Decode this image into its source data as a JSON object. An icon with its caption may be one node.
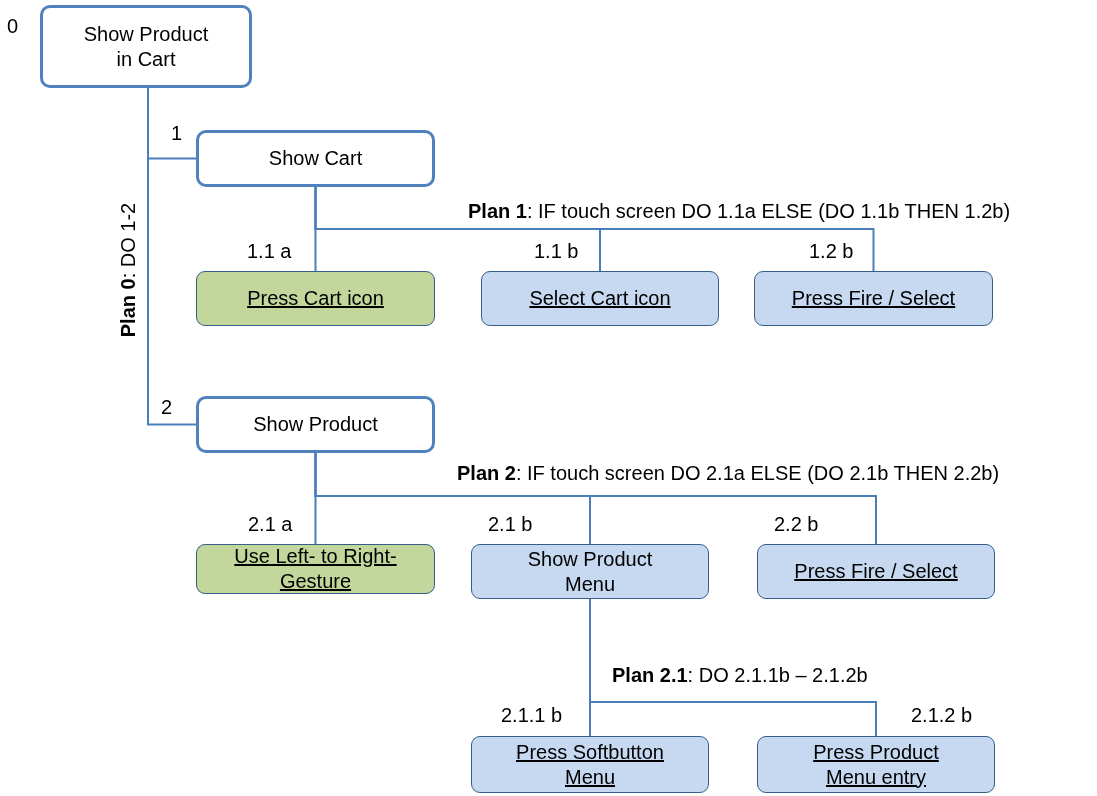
{
  "diagram": {
    "nodes": [
      {
        "text": [
          "Show Product in Cart"
        ],
        "beside": [
          "0"
        ]
      },
      {
        "text": [
          "Show Cart"
        ],
        "beside": [
          "1"
        ]
      },
      {
        "text": [
          "Press Cart icon"
        ],
        "beside": [
          "1.1 a"
        ]
      },
      {
        "text": [
          "Select Cart icon"
        ],
        "beside": [
          "1.1 b"
        ]
      },
      {
        "text": [
          "Press Fire / Select"
        ],
        "beside": [
          "1.2 b"
        ]
      },
      {
        "text": [
          "Show Product"
        ],
        "beside": [
          "2"
        ]
      },
      {
        "text": [
          "Use Left- to Right-Gesture"
        ],
        "beside": [
          "2.1 a"
        ]
      },
      {
        "text": [
          "Show Product Menu"
        ],
        "beside": [
          "2.1 b"
        ]
      },
      {
        "text": [
          "Press Fire / Select"
        ],
        "beside": [
          "2.2 b"
        ]
      },
      {
        "text": [
          "Press Softbutton Menu"
        ],
        "beside": [
          "2.1.1 b"
        ]
      },
      {
        "text": [
          "Press Product Menu entry"
        ],
        "beside": [
          "2.1.2 b"
        ]
      }
    ],
    "edges": [
      {
        "from": 0,
        "to": 1,
        "arrow": "none"
      },
      {
        "from": 0,
        "to": 5,
        "arrow": "none"
      },
      {
        "from": 1,
        "to": 2,
        "arrow": "none"
      },
      {
        "from": 1,
        "to": 3,
        "arrow": "none"
      },
      {
        "from": 1,
        "to": 4,
        "arrow": "none"
      },
      {
        "from": 5,
        "to": 6,
        "arrow": "none"
      },
      {
        "from": 5,
        "to": 7,
        "arrow": "none"
      },
      {
        "from": 5,
        "to": 8,
        "arrow": "none"
      },
      {
        "from": 7,
        "to": 9,
        "arrow": "none"
      },
      {
        "from": 7,
        "to": 10,
        "arrow": "none"
      }
    ],
    "labels": [
      "**Plan 0**: DO 1-2",
      "**Plan 1**: IF touch screen DO 1.1a ELSE (DO 1.1b THEN 1.2b)",
      "**Plan 2**: IF touch screen DO 2.1a ELSE (DO 2.1b THEN 2.2b)",
      "**Plan 2.1**: DO 2.1.1b – 2.1.2b"
    ]
  }
}
